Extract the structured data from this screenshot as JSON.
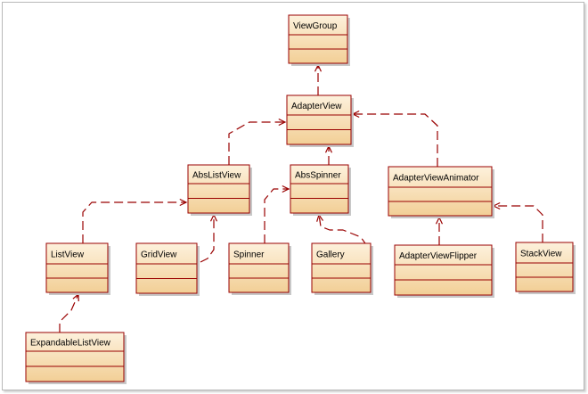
{
  "diagram": {
    "colors": {
      "box_fill_top": "#fdf1dc",
      "box_fill_bottom": "#f2cf96",
      "box_border": "#990000",
      "connector": "#990000"
    },
    "classes": [
      {
        "id": "viewgroup",
        "name": "ViewGroup"
      },
      {
        "id": "adapterview",
        "name": "AdapterView"
      },
      {
        "id": "abslistview",
        "name": "AbsListView"
      },
      {
        "id": "absspinner",
        "name": "AbsSpinner"
      },
      {
        "id": "adapterviewanimator",
        "name": "AdapterViewAnimator"
      },
      {
        "id": "listview",
        "name": "ListView"
      },
      {
        "id": "gridview",
        "name": "GridView"
      },
      {
        "id": "spinner",
        "name": "Spinner"
      },
      {
        "id": "gallery",
        "name": "Gallery"
      },
      {
        "id": "adapterviewflipper",
        "name": "AdapterViewFlipper"
      },
      {
        "id": "stackview",
        "name": "StackView"
      },
      {
        "id": "expandablelistview",
        "name": "ExpandableListView"
      }
    ],
    "relations": [
      {
        "from": "adapterview",
        "to": "viewgroup"
      },
      {
        "from": "abslistview",
        "to": "adapterview"
      },
      {
        "from": "absspinner",
        "to": "adapterview"
      },
      {
        "from": "adapterviewanimator",
        "to": "adapterview"
      },
      {
        "from": "listview",
        "to": "abslistview"
      },
      {
        "from": "gridview",
        "to": "abslistview"
      },
      {
        "from": "spinner",
        "to": "absspinner"
      },
      {
        "from": "gallery",
        "to": "absspinner"
      },
      {
        "from": "adapterviewflipper",
        "to": "adapterviewanimator"
      },
      {
        "from": "stackview",
        "to": "adapterviewanimator"
      },
      {
        "from": "expandablelistview",
        "to": "listview"
      }
    ]
  }
}
